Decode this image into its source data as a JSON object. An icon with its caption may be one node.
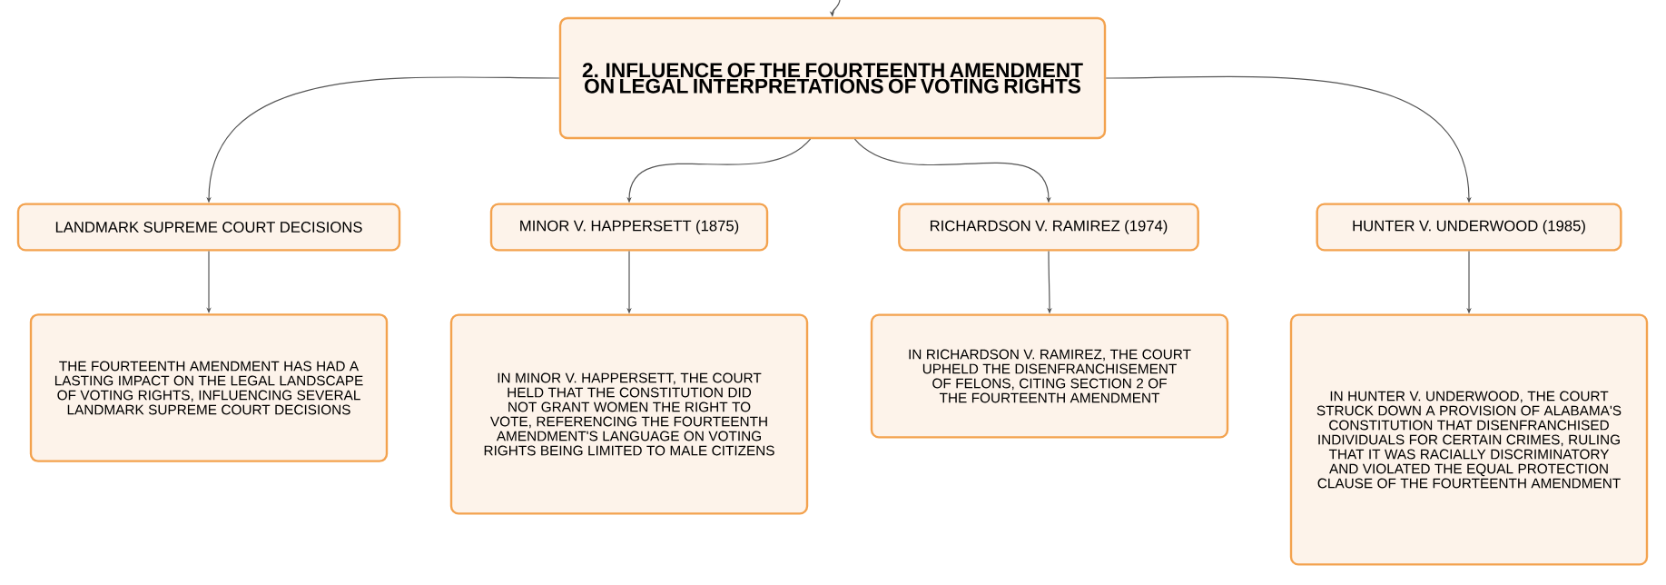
{
  "diagram": {
    "nodes": [
      {
        "text": [
          "2. INFLUENCE OF THE FOURTEENTH AMENDMENT ON LEGAL INTERPRETATIONS OF VOTING RIGHTS"
        ]
      },
      {
        "text": [
          "LANDMARK SUPREME COURT DECISIONS"
        ]
      },
      {
        "text": [
          "MINOR V. HAPPERSETT (1875)"
        ]
      },
      {
        "text": [
          "RICHARDSON V. RAMIREZ (1974)"
        ]
      },
      {
        "text": [
          "HUNTER V. UNDERWOOD (1985)"
        ]
      },
      {
        "text": [
          "THE FOURTEENTH AMENDMENT HAS HAD A LASTING IMPACT ON THE LEGAL LANDSCAPE OF VOTING RIGHTS, INFLUENCING SEVERAL LANDMARK SUPREME COURT DECISIONS"
        ]
      },
      {
        "text": [
          "IN MINOR V. HAPPERSETT, THE COURT HELD THAT THE CONSTITUTION DID NOT GRANT WOMEN THE RIGHT TO VOTE, REFERENCING THE FOURTEENTH AMENDMENT'S LANGUAGE ON VOTING RIGHTS BEING LIMITED TO MALE CITIZENS"
        ]
      },
      {
        "text": [
          "IN RICHARDSON V. RAMIREZ, THE COURT UPHELD THE DISENFRANCHISEMENT OF FELONS, CITING SECTION 2 OF THE FOURTEENTH AMENDMENT"
        ]
      },
      {
        "text": [
          "IN HUNTER V. UNDERWOOD, THE COURT STRUCK DOWN A PROVISION OF ALABAMA'S CONSTITUTION THAT DISENFRANCHISED INDIVIDUALS FOR CERTAIN CRIMES, RULING THAT IT WAS RACIALLY DISCRIMINATORY AND VIOLATED THE EQUAL PROTECTION CLAUSE OF THE FOURTEENTH AMENDMENT"
        ]
      }
    ],
    "edges": [
      {
        "from": null,
        "to": 0,
        "arrow": "to"
      },
      {
        "from": 0,
        "to": 1,
        "arrow": "to"
      },
      {
        "from": 0,
        "to": 2,
        "arrow": "to"
      },
      {
        "from": 0,
        "to": 3,
        "arrow": "to"
      },
      {
        "from": 0,
        "to": 4,
        "arrow": "to"
      },
      {
        "from": 1,
        "to": 5,
        "arrow": "to"
      },
      {
        "from": 2,
        "to": 6,
        "arrow": "to"
      },
      {
        "from": 3,
        "to": 7,
        "arrow": "to"
      },
      {
        "from": 4,
        "to": 8,
        "arrow": "to"
      }
    ]
  }
}
